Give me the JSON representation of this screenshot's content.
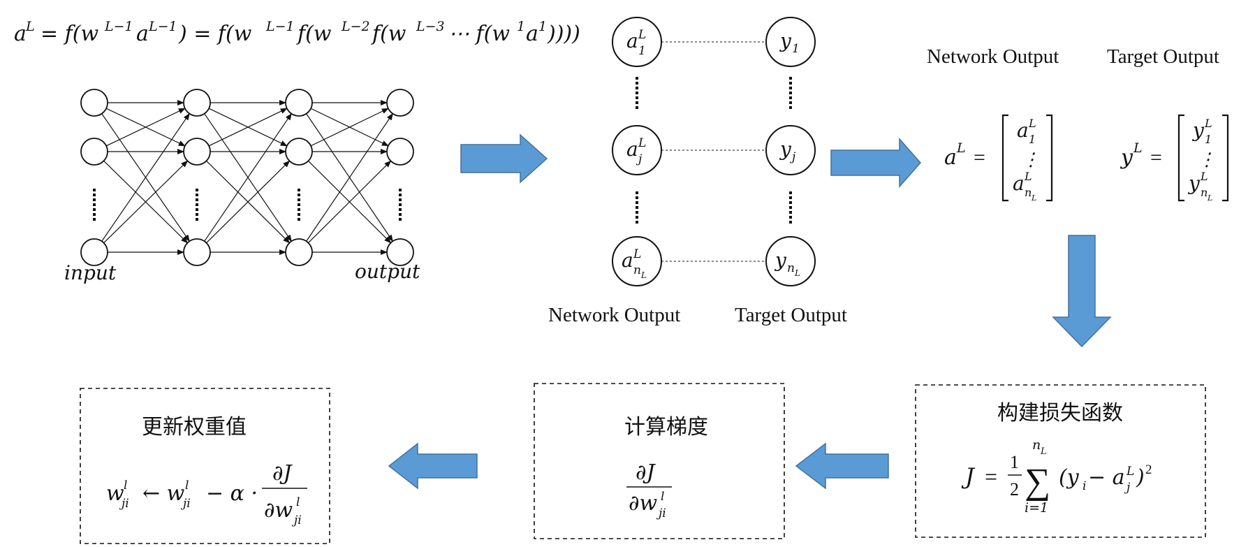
{
  "formula_top": {
    "a": "a",
    "L": "L",
    "eq1": "= f(w",
    "Lm1": "L−1",
    "a2": "a",
    "Lm1b": "L−1",
    "close1": ") = f(w",
    "Lm1c": "L−1",
    "f2": "f(w",
    "Lm2": "L−2",
    "f3": "f(w",
    "Lm3": "L−3",
    "dots": "⋯ f(w",
    "one": "1",
    "a3": "a",
    "one2": "1",
    "tail": "))))"
  },
  "network": {
    "input_label": "input",
    "output_label": "output"
  },
  "output_list": {
    "a_sym": "a",
    "y_sym": "y",
    "sup_L": "L",
    "sub_1": "1",
    "sub_j": "j",
    "sub_n": "n",
    "sub_nL": "L",
    "network_output_label": "Network Output",
    "target_output_label": "Target Output"
  },
  "vectors": {
    "network_output_label": "Network Output",
    "target_output_label": "Target Output",
    "aL_lhs": "a",
    "yL_lhs": "y",
    "sup_L": "L",
    "equals": "=",
    "vdots": "⋮"
  },
  "boxes": {
    "loss": {
      "title": "构建损失函数",
      "J": "J",
      "eq": "=",
      "half_num": "1",
      "half_den": "2",
      "sigma": "∑",
      "upper_n": "n",
      "upper_L": "L",
      "lower": "i=1",
      "term": "(y",
      "term_i": "i",
      "minus": " − a",
      "term_j": "j",
      "term_L": "L",
      "close": ")",
      "sq": "2"
    },
    "gradient": {
      "title": "计算梯度",
      "num": "∂J",
      "den": "∂w",
      "den_sup": "l",
      "den_sub": "ji"
    },
    "update": {
      "title": "更新权重值",
      "w1": "w",
      "w1_sup": "l",
      "w1_sub": "ji",
      "arrow": "← w",
      "w2_sup": "l",
      "w2_sub": "ji",
      "rest": "− α ·",
      "num": "∂J",
      "den": "∂w",
      "den_sup": "l",
      "den_sub": "ji"
    }
  },
  "colors": {
    "arrow_fill": "#5b9bd5",
    "arrow_stroke": "#41719c",
    "line": "#111111"
  }
}
